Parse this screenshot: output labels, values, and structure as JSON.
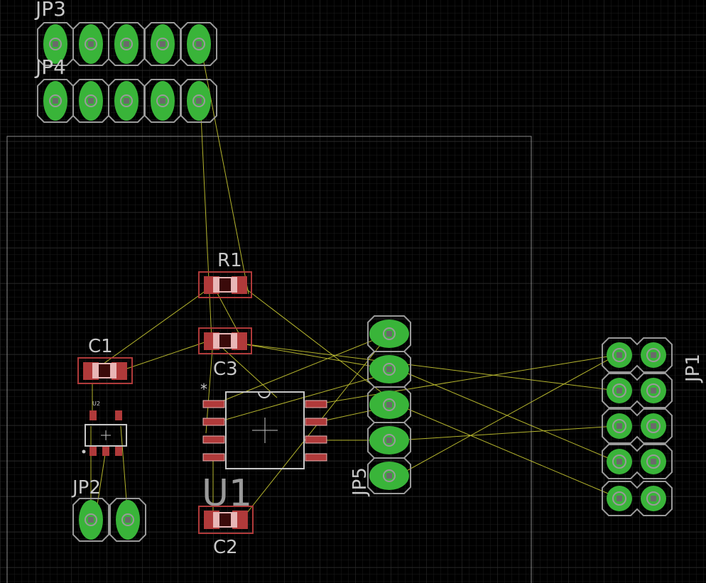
{
  "colors": {
    "background": "#000000",
    "grid_minor": "#1e1e1e",
    "grid_major": "#3a3a3a",
    "board_outline": "#8a8a8a",
    "pad_green": "#39b439",
    "pad_outline": "#9a9a9a",
    "smd_pad": "#b03a3a",
    "smd_pad_light": "#e8b6b6",
    "airwire": "#c8c832",
    "label": "#c8c8c8"
  },
  "components": {
    "jp3": {
      "label": "JP3",
      "type": "header-1x5"
    },
    "jp4": {
      "label": "JP4",
      "type": "header-1x5"
    },
    "r1": {
      "label": "R1",
      "type": "smd-0805"
    },
    "c1": {
      "label": "C1",
      "type": "smd-0805"
    },
    "c2": {
      "label": "C2",
      "type": "smd-0805"
    },
    "c3": {
      "label": "C3",
      "type": "smd-0805"
    },
    "u1": {
      "label": "U1",
      "type": "soic-8",
      "pin1_mark": "*"
    },
    "u2": {
      "label": "U2",
      "type": "sot-23-5"
    },
    "jp1": {
      "label": "JP1",
      "type": "header-2x5"
    },
    "jp2": {
      "label": "JP2",
      "type": "header-1x2"
    },
    "jp5": {
      "label": "JP5",
      "type": "header-1x5"
    }
  }
}
